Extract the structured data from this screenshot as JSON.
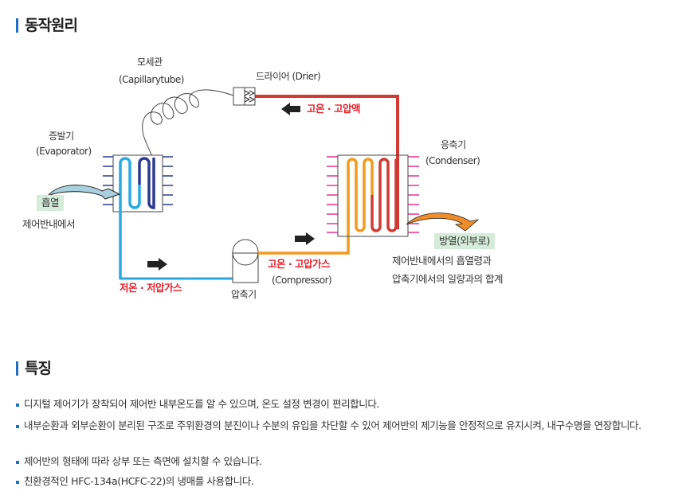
{
  "section1": {
    "title": "동작원리"
  },
  "diagram": {
    "capillary": {
      "ko": "모세관",
      "en": "(Capillarytube)"
    },
    "drier": "드라이어 (Drier)",
    "hot_liquid": "고온 · 고압액",
    "evaporator": {
      "ko": "증발기",
      "en": "(Evaporator)"
    },
    "condenser": {
      "ko": "응축기",
      "en": "(Condenser)"
    },
    "heat_absorb": "흡열",
    "heat_absorb_from": "제어반내에서",
    "heat_release": "방열(외부로)",
    "heat_release_desc1": "제어반내에서의 흡열령과",
    "heat_release_desc2": "압축기에서의 일량과의 합계",
    "low_gas": "저온 · 저압가스",
    "hot_gas": "고온 · 고압가스",
    "compressor": {
      "ko": "압축기",
      "en": "(Compressor)"
    },
    "colors": {
      "hot_liquid": "#d03a32",
      "hot_gas": "#f29a1f",
      "cold": "#29a9e1",
      "cold_dark": "#2b3990",
      "fin_hot": "#e8308a"
    }
  },
  "section2": {
    "title": "특징",
    "bullets": [
      "디지털 제어기가 장착되어 제어반 내부온도를 알 수 있으며, 온도 설정 변경이 편리합니다.",
      "내부순환과 외부순환이 분리된 구조로 주위환경의 분진이나 수분의 유입을 차단할 수 있어 제어반의 제기능을 안정적으로 유지시켜, 내구수명을 연장합니다.",
      "제어반의 형태에 따라 상부 또는 측면에 설치할 수 있습니다.",
      "친환경적인 HFC-134a(HCFC-22)의 냉매를 사용합니다."
    ]
  }
}
